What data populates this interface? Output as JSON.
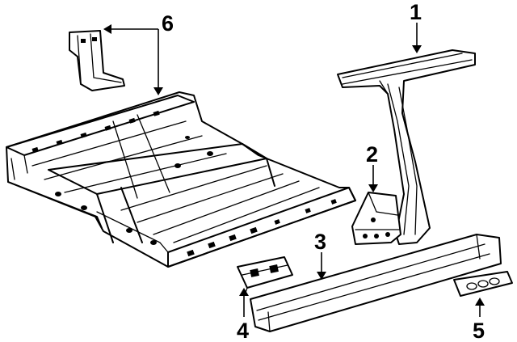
{
  "diagram": {
    "callouts": [
      {
        "id": "1",
        "label": "1",
        "part": "center-pillar"
      },
      {
        "id": "2",
        "label": "2",
        "part": "pillar-reinforcement"
      },
      {
        "id": "3",
        "label": "3",
        "part": "rocker-panel"
      },
      {
        "id": "4",
        "label": "4",
        "part": "rocker-bracket"
      },
      {
        "id": "5",
        "label": "5",
        "part": "rocker-end-plate"
      },
      {
        "id": "6",
        "label": "6",
        "part": "floor-pan-and-bracket"
      }
    ],
    "colors": {
      "line": "#000000",
      "background": "#ffffff"
    }
  }
}
